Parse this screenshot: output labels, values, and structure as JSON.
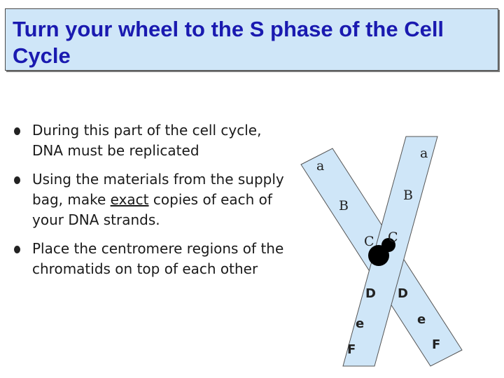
{
  "slide": {
    "title": "Turn your wheel to the S phase of the Cell Cycle",
    "bullets": [
      {
        "text": "During this part of the cell cycle, DNA must be replicated"
      },
      {
        "before": "Using the materials from the supply bag, make ",
        "emphasis": "exact",
        "after": " copies of each of your DNA strands."
      },
      {
        "text": "Place the centromere regions of the chromatids on top of each other"
      }
    ]
  },
  "diagram": {
    "left_strand_labels": [
      "a",
      "B",
      "C",
      "D",
      "e",
      "F"
    ],
    "right_strand_labels": [
      "a",
      "B",
      "C",
      "D",
      "e",
      "F"
    ],
    "strand_color": "#cfe6f8",
    "centromere_color": "#000000"
  }
}
